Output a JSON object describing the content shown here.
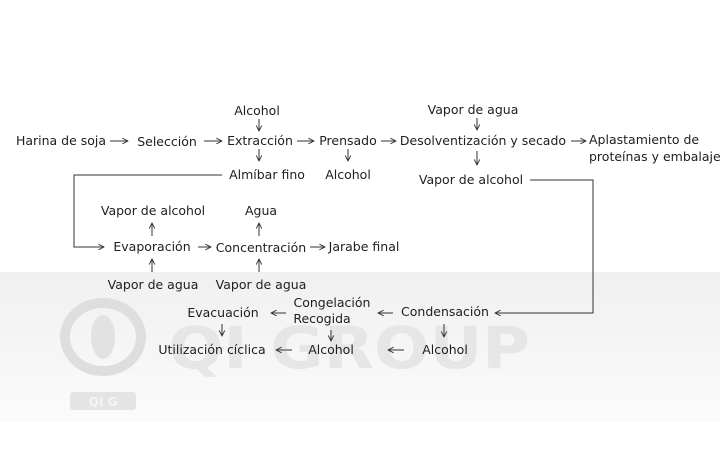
{
  "diagram": {
    "nodes": {
      "harina": "Harina de soja",
      "seleccion": "Selección",
      "alcohol_in": "Alcohol",
      "extraccion": "Extracción",
      "almibar": "Almíbar fino",
      "prensado": "Prensado",
      "alcohol_prensado": "Alcohol",
      "vapor_agua_top": "Vapor de agua",
      "desolventizacion": "Desolventización y secado",
      "vapor_alcohol_right": "Vapor de alcohol",
      "aplastamiento_1": "Aplastamiento de",
      "aplastamiento_2": "proteínas y embalaje",
      "vapor_alcohol_evap": "Vapor de alcohol",
      "agua": "Agua",
      "evaporacion": "Evaporación",
      "concentracion": "Concentración",
      "jarabe": "Jarabe final",
      "vapor_agua_evap": "Vapor de agua",
      "vapor_agua_conc": "Vapor de agua",
      "congelacion": "Congelación",
      "recogida": "Recogida",
      "evacuacion": "Evacuación",
      "condensacion": "Condensación",
      "utilizacion": "Utilización cíclica",
      "alcohol_recogida": "Alcohol",
      "alcohol_condensacion": "Alcohol"
    },
    "colors": {
      "text": "#1e1e1e",
      "arrow": "#333333",
      "watermark": "#dcdcdc"
    }
  },
  "watermark": {
    "brand": "QI GROUP",
    "badge": "QI G",
    "icon": "company-logo-icon"
  }
}
